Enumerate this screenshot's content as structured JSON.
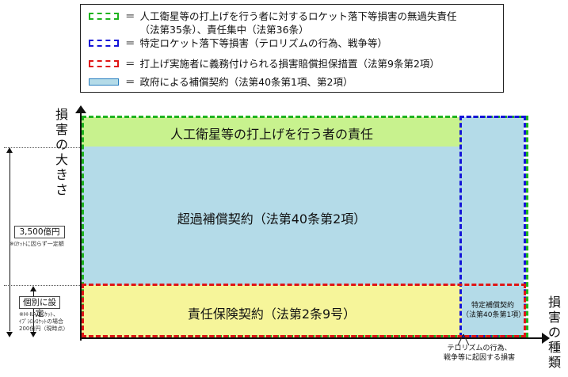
{
  "legend": {
    "items": [
      {
        "key": "green",
        "line1": "人工衛星等の打上げを行う者に対するロケット落下等損害の無過失責任",
        "line2": "（法第35条）、責任集中（法第36条）"
      },
      {
        "key": "blue",
        "line1": "特定ロケット落下等損害（テロリズムの行為、戦争等）"
      },
      {
        "key": "red",
        "line1": "打上げ実施者に義務付けられる損害賠償担保措置（法第9条第2項）"
      },
      {
        "key": "fill",
        "line1": "政府による補償契約（法第40条第1項、第2項）"
      }
    ],
    "equals": "＝"
  },
  "axes": {
    "y_label": "損害の大きさ",
    "x_label": "損害の種類"
  },
  "regions": {
    "top": "人工衛星等の打上げを行う者の責任",
    "middle": "超過補償契約（法第40条第2項）",
    "bottom": "責任保険契約（法第2条9号）",
    "bottom_right_line1": "特定補償契約",
    "bottom_right_line2": "（法第40条第1項）"
  },
  "annotations": {
    "amount_label": "3,500億円",
    "amount_note": "※ﾛｹｯﾄに因らず一定額",
    "individual_label": "個別に設定",
    "individual_note1": "※H-ⅡA/Bﾛｹｯﾄ、",
    "individual_note2": "ｲﾌﾟｼﾛﾝﾛｹｯﾄの場合",
    "individual_note3": "200億円（現時点）",
    "terror_line1": "テロリズムの行為、",
    "terror_line2": "戦争等に起因する損害"
  }
}
